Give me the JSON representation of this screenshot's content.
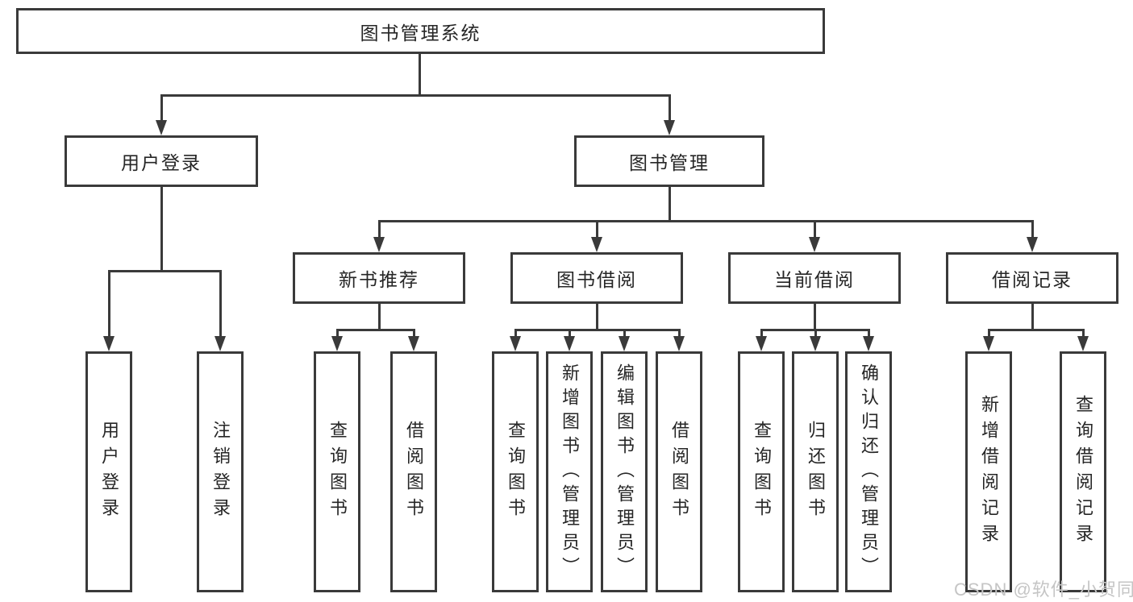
{
  "diagram": {
    "watermark": "CSDN @软件_小贺同学",
    "colors": {
      "line": "#3a3a3a",
      "text": "#262626",
      "background": "#ffffff",
      "watermark": "#c5c5c5"
    },
    "tree": {
      "root": "图书管理系统",
      "branches": [
        {
          "label": "用户登录",
          "children": [
            "用户登录",
            "注销登录"
          ]
        },
        {
          "label": "图书管理",
          "groups": [
            {
              "label": "新书推荐",
              "children": [
                "查询图书",
                "借阅图书"
              ]
            },
            {
              "label": "图书借阅",
              "children": [
                "查询图书",
                "新增图书（管理员）",
                "编辑图书（管理员）",
                "借阅图书"
              ]
            },
            {
              "label": "当前借阅",
              "children": [
                "查询图书",
                "归还图书",
                "确认归还（管理员）"
              ]
            },
            {
              "label": "借阅记录",
              "children": [
                "新增借阅记录",
                "查询借阅记录"
              ]
            }
          ]
        }
      ]
    }
  }
}
